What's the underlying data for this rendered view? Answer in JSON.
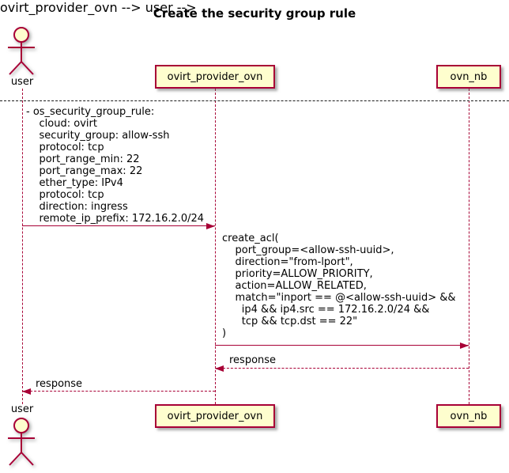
{
  "title": "Create the security group rule",
  "colors": {
    "accent": "#A80036",
    "participant_fill": "#FEFECE",
    "text": "#000000",
    "divider": "#1b1b1b",
    "background": "#FFFFFF"
  },
  "actor": {
    "label": "user"
  },
  "participants": [
    {
      "label": "ovirt_provider_ovn"
    },
    {
      "label": "ovn_nb"
    }
  ],
  "messages": [
    {
      "from": "user",
      "to": "ovirt_provider_ovn",
      "style": "solid",
      "lines": [
        "- os_security_group_rule:",
        "    cloud: ovirt",
        "    security_group: allow-ssh",
        "    protocol: tcp",
        "    port_range_min: 22",
        "    port_range_max: 22",
        "    ether_type: IPv4",
        "    protocol: tcp",
        "    direction: ingress",
        "    remote_ip_prefix: 172.16.2.0/24"
      ]
    },
    {
      "from": "ovirt_provider_ovn",
      "to": "ovn_nb",
      "style": "solid",
      "lines": [
        "create_acl(",
        "    port_group=<allow-ssh-uuid>,",
        "    direction=\"from-lport\",",
        "    priority=ALLOW_PRIORITY,",
        "    action=ALLOW_RELATED,",
        "    match=\"inport == @<allow-ssh-uuid> &&",
        "      ip4 && ip4.src == 172.16.2.0/24 &&",
        "      tcp && tcp.dst == 22\"",
        ")"
      ]
    },
    {
      "from": "ovn_nb",
      "to": "ovirt_provider_ovn",
      "style": "dashed",
      "lines": [
        "response"
      ]
    },
    {
      "from": "ovirt_provider_ovn",
      "to": "user",
      "style": "dashed",
      "lines": [
        "response"
      ]
    }
  ]
}
